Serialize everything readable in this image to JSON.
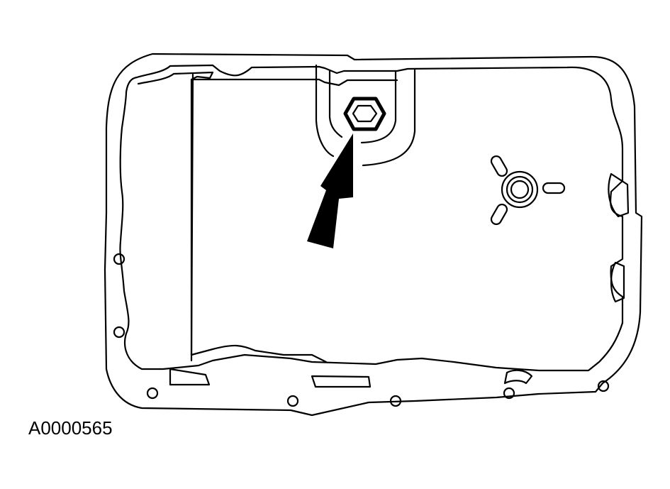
{
  "figure": {
    "subject": "transmission oil pan",
    "caption": "A0000565",
    "callouts": [
      {
        "name": "drain-plug",
        "pointer": "arrow"
      }
    ],
    "line_color": "#000000",
    "background": "#ffffff"
  }
}
